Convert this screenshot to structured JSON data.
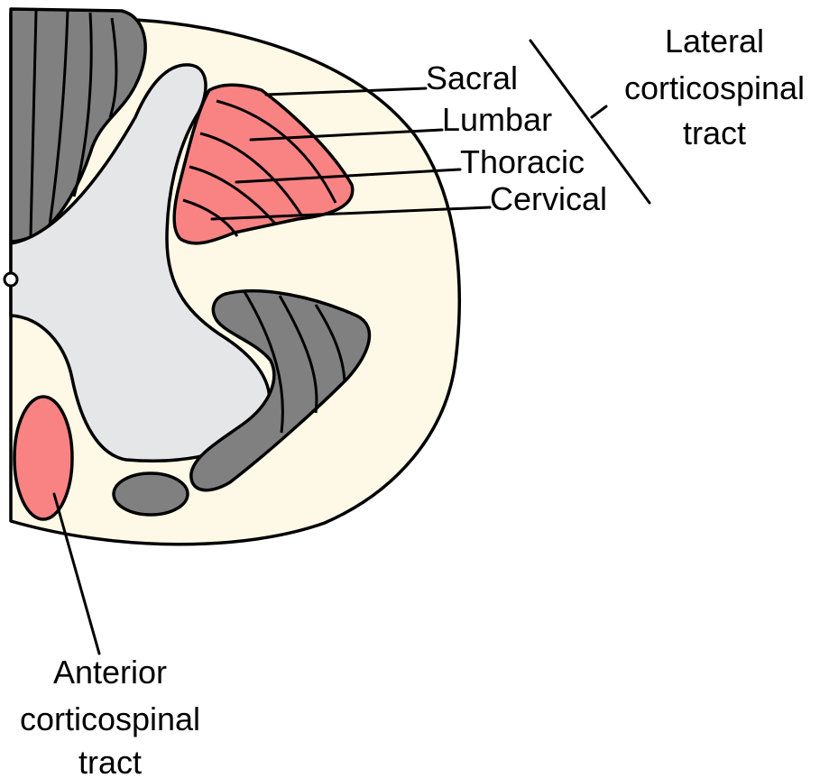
{
  "labels": {
    "sacral": "Sacral",
    "lumbar": "Lumbar",
    "thoracic": "Thoracic",
    "cervical": "Cervical",
    "lateral_tract": [
      "Lateral",
      "corticospinal",
      "tract"
    ],
    "anterior_tract": [
      "Anterior",
      "corticospinal",
      "tract"
    ]
  },
  "colors": {
    "white_matter": "#fdf9e6",
    "gray_matter": "#e5e6e8",
    "dark_tract": "#808080",
    "corticospinal_tract": "#f98383",
    "outline": "#000000"
  }
}
